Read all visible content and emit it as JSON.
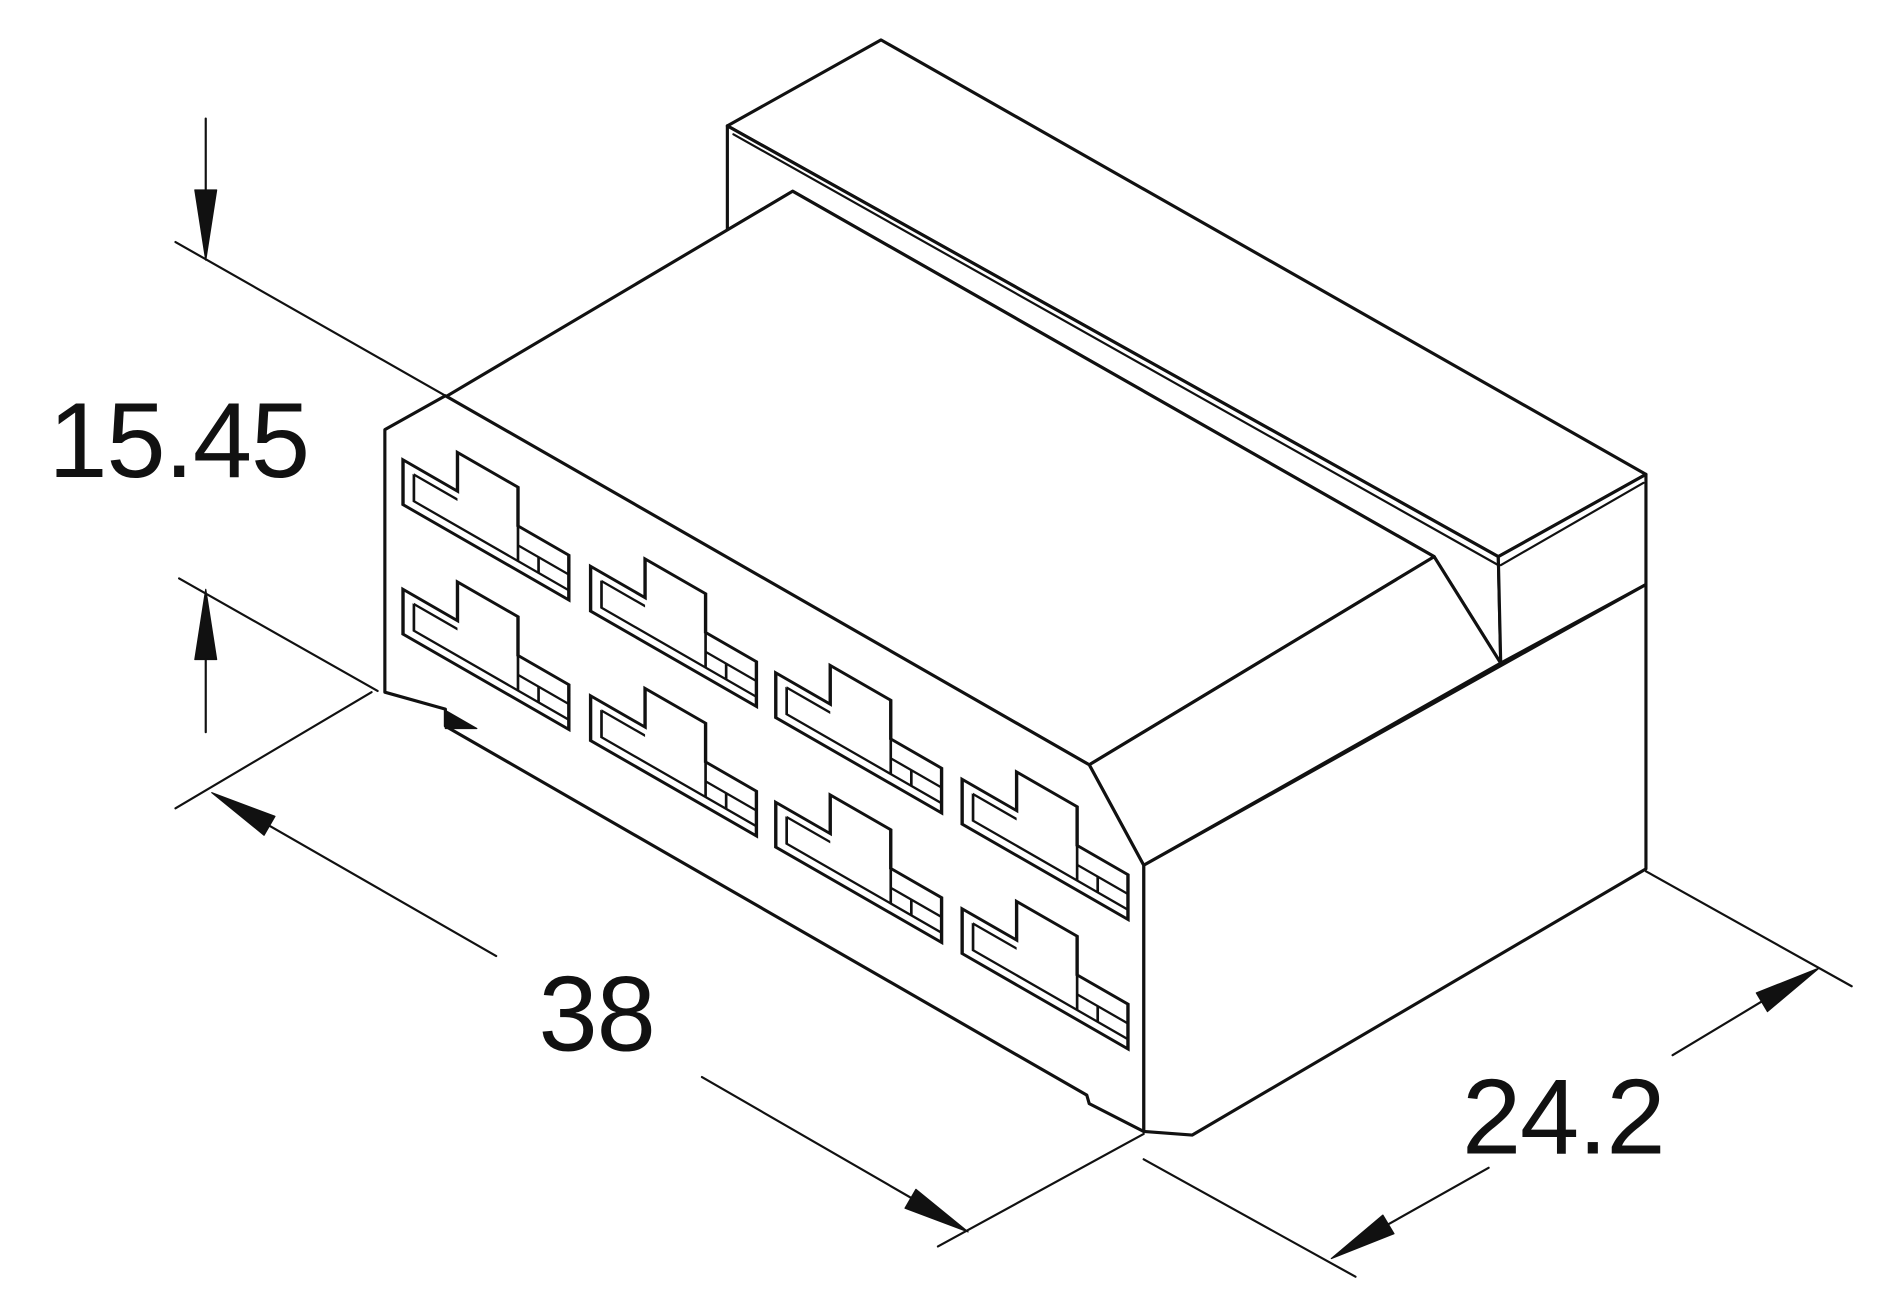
{
  "dimensions": {
    "height_label": "15.45",
    "length_label": "38",
    "width_label": "24.2"
  }
}
